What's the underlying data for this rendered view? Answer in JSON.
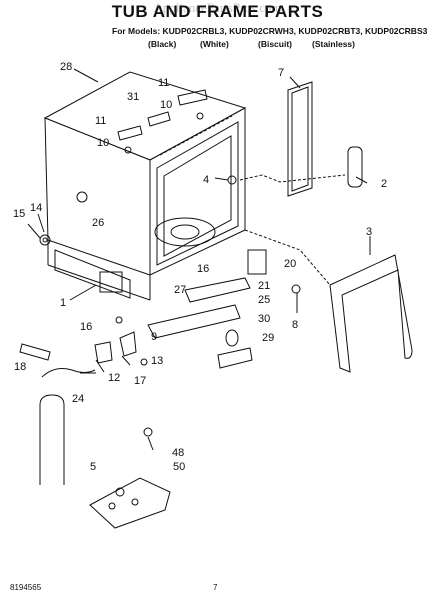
{
  "watermark": "AppliancePartsPros.com",
  "title": "TUB AND FRAME PARTS",
  "models_line": "For Models: KUDP02CRBL3, KUDP02CRWH3, KUDP02CRBT3, KUDP02CRBS3",
  "colors": [
    "(Black)",
    "(White)",
    "(Biscuit)",
    "(Stainless)"
  ],
  "callouts": [
    "28",
    "31",
    "11",
    "10",
    "11",
    "10",
    "7",
    "4",
    "2",
    "26",
    "15",
    "14",
    "3",
    "16",
    "20",
    "27",
    "21",
    "25",
    "1",
    "8",
    "30",
    "16",
    "9",
    "29",
    "13",
    "18",
    "12",
    "17",
    "24",
    "48",
    "5",
    "50"
  ],
  "footer": {
    "doc_number": "8194565",
    "page_number": "7"
  }
}
